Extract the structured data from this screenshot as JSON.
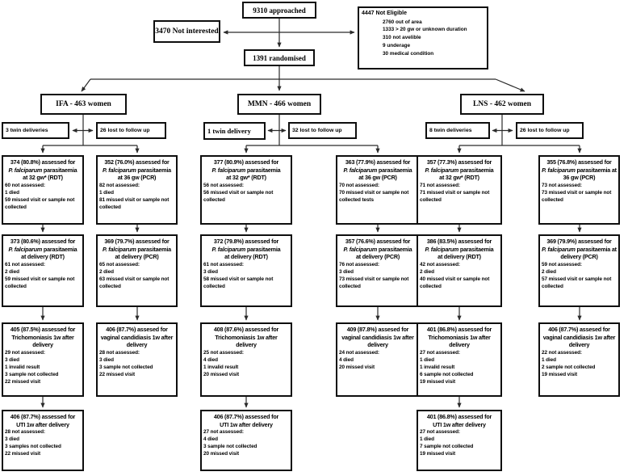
{
  "meta": {
    "italic_term": "P. falciparum",
    "line_color": "#2a2a2a",
    "box_border_color": "#0e0e0e",
    "background": "#ffffff"
  },
  "top": {
    "approached": "9310 approached",
    "not_interested": "3470 Not interested",
    "not_eligible": {
      "title": "4447 Not Eligible",
      "items": [
        "2760 out of area",
        "1333 > 20 gw or unknown duration",
        "310 not avelible",
        "9 underage",
        "30 medical condition"
      ]
    },
    "randomised": "1391 randomised"
  },
  "arms": [
    {
      "label": "IFA - 463 women",
      "twin": "3 twin deliveries",
      "lost": "26 lost to follow up",
      "cols": [
        {
          "boxes": [
            {
              "head": [
                "374 (80.8%) assessed for",
                "P. falciparum parasitaemia",
                "at 32 gw* (RDT)"
              ],
              "details": [
                "60 not assessed:",
                "1 died",
                "59 missed visit or sample not collected"
              ]
            },
            {
              "head": [
                "373 (80.6%) assessed for",
                "P. falciparum parasitaemia",
                "at delivery (RDT)"
              ],
              "details": [
                "61 not assessed:",
                "2 died",
                "59 missed visit or sample not collected"
              ]
            },
            {
              "head": [
                "405 (87.5%) assessed for",
                "Trichomoniasis 1w after",
                "delivery"
              ],
              "details": [
                "29 not assessed:",
                "3 died",
                "1 invalid result",
                "3 sample not collected",
                "22 missed visit"
              ]
            },
            {
              "head": [
                "406 (87.7%) assessed for",
                "UTI 1w after delivery"
              ],
              "details": [
                "28 not assessed:",
                "3 died",
                "3 samples not collected",
                "22 missed visit"
              ]
            }
          ]
        },
        {
          "boxes": [
            {
              "head": [
                "352 (76.0%) assessed for",
                "P. falciparum parasitaemia",
                "at 36 gw (PCR)"
              ],
              "details": [
                "82 not assessed:",
                "1 died",
                "81 missed visit or sample not collected"
              ]
            },
            {
              "head": [
                "369 (79.7%) assessed for",
                "P. falciparum parasitaemia",
                "at delivery (PCR)"
              ],
              "details": [
                "65 not assessed:",
                "2 died",
                "63 missed visit or sample not collected"
              ]
            },
            {
              "head": [
                "406 (87.7%) assesed for",
                "vaginal candidiasis 1w after",
                "delivery"
              ],
              "details": [
                "28 not assessed:",
                "3 died",
                "3 sample not collected",
                "22 missed visit"
              ]
            }
          ]
        }
      ]
    },
    {
      "label": "MMN - 466 women",
      "twin": "1 twin delivery",
      "lost": "32 lost to follow up",
      "cols": [
        {
          "boxes": [
            {
              "head": [
                "377 (80.9%) assessed for",
                "P. falciparum parasitaemia",
                "at 32 gw* (RDT)"
              ],
              "details": [
                "56 not assessed:",
                "56 missed visit or sample not collected"
              ]
            },
            {
              "head": [
                "372 (79.8%) assessed for",
                "P. falciparum parasitaemia",
                "at delivery (RDT)"
              ],
              "details": [
                "61 not assessed:",
                "3 died",
                "58 missed visit or sample not collected"
              ]
            },
            {
              "head": [
                "408 (87.6%) assessed for",
                "Trichomoniasis 1w after",
                "delivery"
              ],
              "details": [
                "25 not assessed:",
                "4 died",
                "1 invalid result",
                "20 missed visit"
              ]
            },
            {
              "head": [
                "406 (87.7%) assessed for",
                "UTI 1w after delivery"
              ],
              "details": [
                "27 not assessed:",
                "4 died",
                "3 sample not collected",
                "20 missed visit"
              ]
            }
          ]
        },
        {
          "boxes": [
            {
              "head": [
                "363 (77.9%) assessed for",
                "P. falciparum parasitaemia",
                "at 36 gw (PCR)"
              ],
              "details": [
                "70 not assessed:",
                "70 missed visit or sample not collected tests"
              ]
            },
            {
              "head": [
                "357 (76.6%) assessed for",
                "P. falciparum parasitaemia",
                "at delivery (PCR)"
              ],
              "details": [
                "76 not assessed:",
                "3 died",
                "73 missed visit or sample not collected"
              ]
            },
            {
              "head": [
                "409 (87.8%) assesed for",
                "vaginal candidiasis 1w after",
                "delivery"
              ],
              "details": [
                "24 not assessed:",
                "4 died",
                "20 missed visit"
              ]
            }
          ]
        }
      ]
    },
    {
      "label": "LNS - 462 women",
      "twin": "8 twin deliveries",
      "lost": "26 lost to follow up",
      "cols": [
        {
          "boxes": [
            {
              "head": [
                "357 (77.3%) assessed for",
                "P. falciparum parasitaemia",
                "at 32 gw* (RDT)"
              ],
              "details": [
                "71 not assessed:",
                "71 missed visit or sample not collected"
              ]
            },
            {
              "head": [
                "386 (83.5%) assessed for",
                "P. falciparum parasitaemia",
                "at delivery (RDT)"
              ],
              "details": [
                "42 not assessed:",
                "2 died",
                "40 missed visit or sample not collected"
              ]
            },
            {
              "head": [
                "401 (86.8%) assessed for",
                "Trichomoniasis 1w after",
                "delivery"
              ],
              "details": [
                "27 not assessed:",
                "1 died",
                "1 invalid result",
                "6 sample not collected",
                "19 missed visit"
              ]
            },
            {
              "head": [
                "401 (86.8%) assessed for",
                "UTI 1w after delivery"
              ],
              "details": [
                "27 not assessed:",
                "1 died",
                "7 sample not collected",
                "19 missed visit"
              ]
            }
          ]
        },
        {
          "boxes": [
            {
              "head": [
                "355 (76.8%) assessed for",
                "P. falciparum parasitaemia at",
                "36 gw (PCR)"
              ],
              "details": [
                "73 not assessed:",
                "73 missed visit or sample not collected"
              ]
            },
            {
              "head": [
                "369 (79.9%) assessed for",
                "P. falciparum parasitaemia at",
                "delivery (PCR)"
              ],
              "details": [
                "59 not assessed:",
                "2 died",
                "57 missed visit or sample not collected"
              ]
            },
            {
              "head": [
                "406 (87.7%) assesed for",
                "vaginal candidiasis 1w after",
                "delivery"
              ],
              "details": [
                "22 not assessed:",
                "1 died",
                "2 sample not collected",
                "19 missed visit"
              ]
            }
          ]
        }
      ]
    }
  ]
}
